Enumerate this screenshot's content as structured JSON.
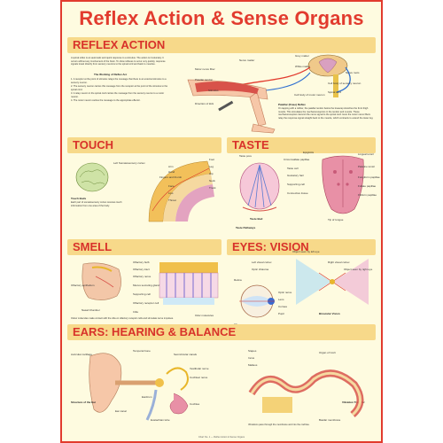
{
  "title": "Reflex Action & Sense Organs",
  "sections": {
    "reflex": {
      "heading": "REFLEX ACTION",
      "intro": "A spinal reflex is an automatic and quick response to a stimulus. The action is involuntary. It occurs without any involvement of the brain. To show reflexes to occur very quickly, response signals travel directly from sensory neurons to the spinal cord and back to muscles.",
      "steps_title": "The Working of Reflex Arc",
      "steps": [
        "1. A receptor at the point of stimulus relays the message that there is an external stimulus to a sensory neuron.",
        "2. The sensory neuron carries this message from the receptor at the point of the stimulus to the spinal cord.",
        "3. A relay neuron in the spinal cord carries the message from the sensory neuron to a motor neuron.",
        "4. The motor neuron carries the message to the appropriate effector."
      ],
      "labels": [
        "Grey matter",
        "White matter",
        "Motor nerve fiber",
        "Patellar tendon",
        "Stimulus",
        "Direction of kick",
        "Spinal cord",
        "Cell body of motor neuron",
        "Nerve roots",
        "Cell body of sensory neuron",
        "Nerve matter"
      ],
      "knee_title": "Patellar (Knee) Reflex",
      "knee_text": "On tapping with a rubber, the patellar tendon below the kneecap stretches the front thigh muscle. This stimulates the mechanoreceptors in the tendon and muscle. These mechanoreceptors transmit the nerve signal to the spinal cord. Here the motor nerve fibers relay the response signal straight back to the muscle, which contracts to extend the lower leg."
    },
    "touch": {
      "heading": "TOUCH",
      "caption_title": "Touch Buds",
      "caption": "Each part of somatosensory cortex receives touch information from one area of the body.",
      "labels": [
        "Left Somatosensory cortex",
        "Arm",
        "Hand",
        "Fingers and thumb",
        "Face",
        "Lips",
        "Throat",
        "Foot",
        "Leg",
        "Hip",
        "Neck",
        "Trunk"
      ]
    },
    "taste": {
      "heading": "TASTE",
      "labels": [
        "Taste pore",
        "Circumvallate papillae",
        "Taste cell",
        "Gustatory hair",
        "Supporting cell",
        "Connective tissue",
        "Epiglottis",
        "Lingual tonsil",
        "Palatine tonsil",
        "Tip of tongue",
        "Fungiform papillae",
        "Foliate papillae",
        "Filiform papillae"
      ],
      "caption_title": "Taste Bud",
      "pathway_title": "Taste Pathways"
    },
    "smell": {
      "heading": "SMELL",
      "labels": [
        "Olfactory bulb",
        "Olfactory tract",
        "Olfactory nerve",
        "Mucus secreting gland",
        "Supporting cell",
        "Olfactory receptor cell",
        "Nasal Chamber",
        "Olfactory epithelium",
        "Cilia",
        "Odor molecules"
      ],
      "caption": "Odour molecules make contact with the cilia on olfactory receptor cells and stimulate nerve impulses."
    },
    "vision": {
      "heading": "EYES: VISION",
      "labels": [
        "Left visual cortex",
        "Optic chiasma",
        "Right visual cortex",
        "Optic nerve",
        "Retina",
        "Lens",
        "Cornea",
        "Pupil",
        "Iris",
        "Binocular Vision"
      ],
      "caption": "Object seen by left eye",
      "caption2": "Object seen by right eye"
    },
    "hearing": {
      "heading": "EARS: HEARING & BALANCE",
      "labels": [
        "Auricular cartilage",
        "Temporal bone",
        "Semicircular canals",
        "Vestibular nerve",
        "Cochlear nerve",
        "Cochlea",
        "Eardrum",
        "Eustachian tube",
        "Ear canal",
        "Stapes",
        "Incus",
        "Malleus",
        "Organ of Corti",
        "Basilar membrane",
        "Vibration Transfer"
      ],
      "caption_title": "Structure of the Ear",
      "caption2": "Vibrations pass through the membrane and into the cochlea."
    }
  },
  "footer": "Chart No. 1 — Reflex Action & Sense Organs",
  "colors": {
    "accent": "#e23b2e",
    "band": "#f7d98a",
    "paper": "#fefbe0"
  }
}
